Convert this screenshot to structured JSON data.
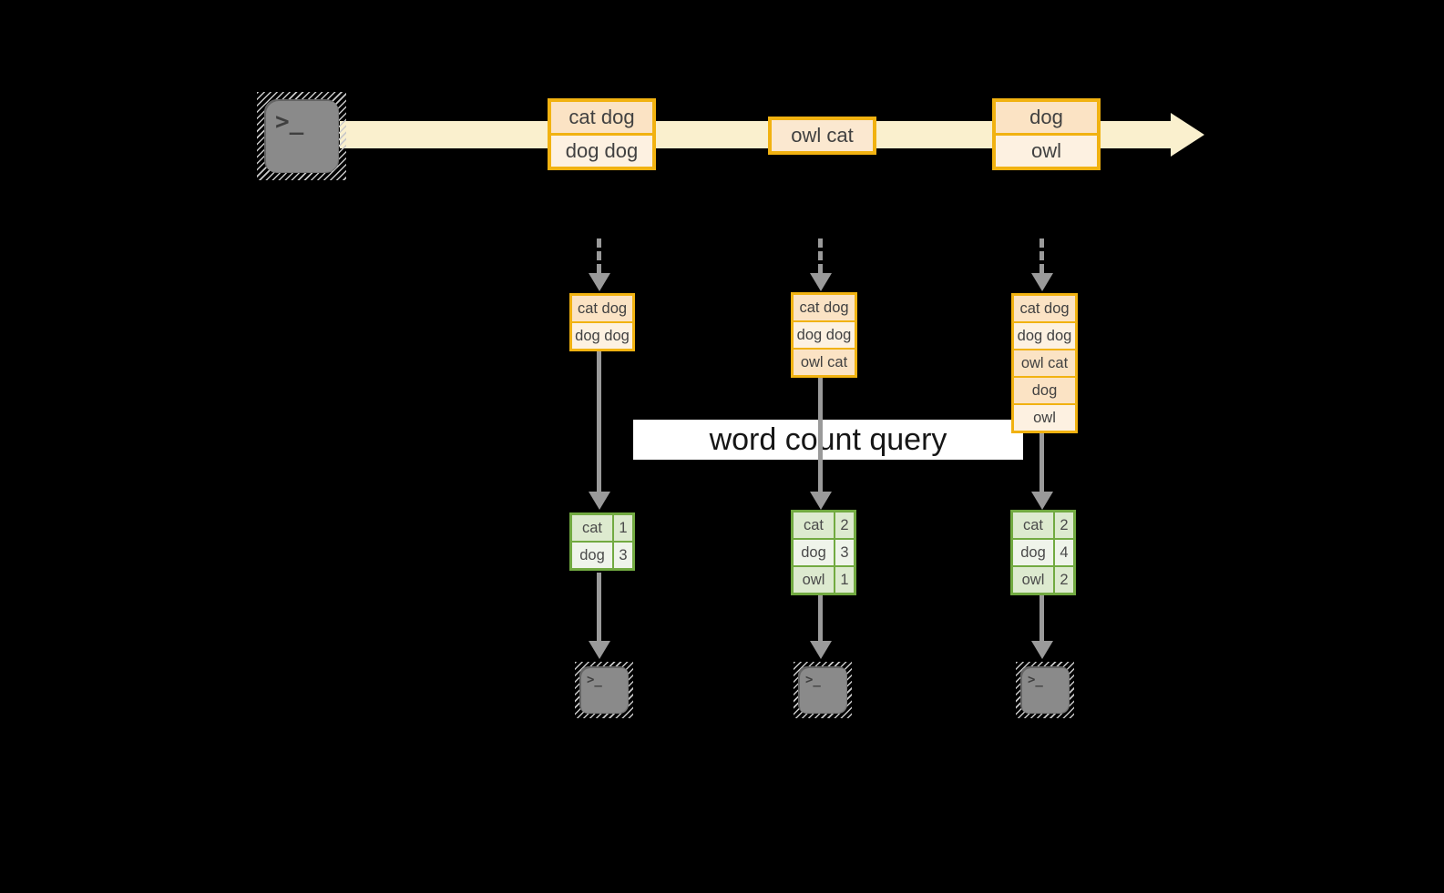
{
  "banner": {
    "text": "word count query"
  },
  "terminal": {
    "glyph": ">_"
  },
  "stream": {
    "batches": [
      {
        "rows": [
          "cat dog",
          "dog dog"
        ]
      },
      {
        "rows": [
          "owl cat"
        ]
      },
      {
        "rows": [
          "dog",
          "owl"
        ]
      }
    ]
  },
  "columns": [
    {
      "state": [
        "cat dog",
        "dog dog"
      ],
      "counts": [
        {
          "word": "cat",
          "count": "1"
        },
        {
          "word": "dog",
          "count": "3"
        }
      ]
    },
    {
      "state": [
        "cat dog",
        "dog dog",
        "owl cat"
      ],
      "counts": [
        {
          "word": "cat",
          "count": "2"
        },
        {
          "word": "dog",
          "count": "3"
        },
        {
          "word": "owl",
          "count": "1"
        }
      ]
    },
    {
      "state": [
        "cat dog",
        "dog dog",
        "owl cat",
        "dog",
        "owl"
      ],
      "counts": [
        {
          "word": "cat",
          "count": "2"
        },
        {
          "word": "dog",
          "count": "4"
        },
        {
          "word": "owl",
          "count": "2"
        }
      ]
    }
  ],
  "colors": {
    "background": "#000000",
    "stream_band": "#FAF0CE",
    "box_border_gold": "#F1B211",
    "row_peach_dark": "#FBE3C4",
    "row_peach_light": "#FDF1E1",
    "table_border_green": "#72AA41",
    "cell_green_dark": "#DDEACF",
    "cell_green_light": "#EFF4EA",
    "arrow_gray": "#9A9A9A",
    "terminal_gray": "#8A8A8A",
    "banner_bg": "#FFFFFF",
    "text_dark": "#414141"
  }
}
